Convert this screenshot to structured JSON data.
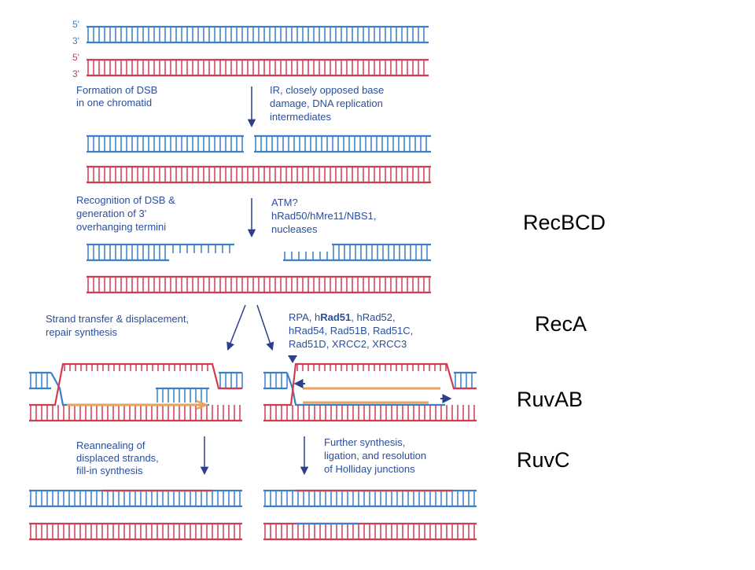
{
  "colors": {
    "blue": "#3a7fc8",
    "red": "#d03c52",
    "label": "#2a4f9e",
    "arrow": "#2c3e8c",
    "synthesis": "#e8a35a"
  },
  "strand_ends": {
    "five_prime": "5'",
    "three_prime": "3'"
  },
  "steps": {
    "step1": {
      "left": [
        "Formation of DSB",
        "in one chromatid"
      ],
      "right": [
        "IR, closely opposed base",
        "damage, DNA replication",
        "intermediates"
      ]
    },
    "step2": {
      "left": [
        "Recognition of DSB &",
        "generation of 3'",
        "overhanging termini"
      ],
      "right": [
        "ATM?",
        "hRad50/hMre11/NBS1,",
        "nucleases"
      ]
    },
    "step3": {
      "left": [
        "Strand transfer & displacement,",
        "repair synthesis"
      ],
      "right_line1_pre": "RPA, h",
      "right_line1_bold": "Rad51",
      "right_line1_post": ", hRad52,",
      "right": [
        "hRad54, Rad51B, Rad51C,",
        "Rad51D, XRCC2, XRCC3"
      ]
    },
    "step4": {
      "left": [
        "Reannealing of",
        "displaced strands,",
        "fill-in synthesis"
      ],
      "right": [
        "Further synthesis,",
        "ligation, and resolution",
        "of Holliday junctions"
      ]
    }
  },
  "side_labels": [
    "RecBCD",
    "RecA",
    "RuvAB",
    "RuvC"
  ]
}
